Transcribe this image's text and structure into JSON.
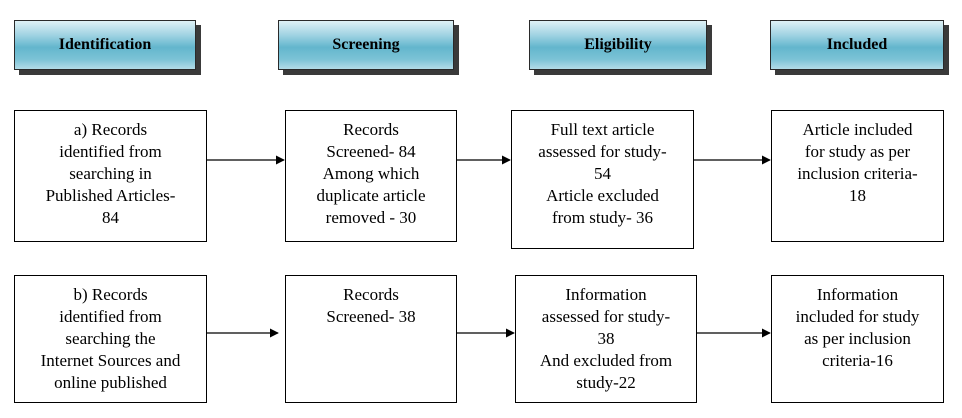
{
  "headers": [
    {
      "label": "Identification"
    },
    {
      "label": "Screening"
    },
    {
      "label": "Eligibility"
    },
    {
      "label": "Included"
    }
  ],
  "rows": [
    {
      "boxes": [
        {
          "lines": [
            "a) Records",
            "identified from",
            "searching in",
            "Published Articles-",
            "84"
          ]
        },
        {
          "lines": [
            "Records",
            "Screened- 84",
            "Among which",
            "duplicate article",
            "removed - 30"
          ]
        },
        {
          "lines": [
            "Full text article",
            "assessed for study-",
            "54",
            "Article excluded",
            "from study- 36"
          ]
        },
        {
          "lines": [
            "Article included",
            "for study as per",
            "inclusion criteria-",
            "18"
          ]
        }
      ]
    },
    {
      "boxes": [
        {
          "lines": [
            "b) Records",
            "identified from",
            "searching the",
            "Internet Sources and",
            "online published"
          ]
        },
        {
          "lines": [
            "Records",
            "Screened- 38"
          ]
        },
        {
          "lines": [
            "Information",
            "assessed for study-",
            "38",
            "And excluded from",
            "study-22"
          ]
        },
        {
          "lines": [
            "Information",
            "included for study",
            "as per inclusion",
            "criteria-16"
          ]
        }
      ]
    }
  ]
}
